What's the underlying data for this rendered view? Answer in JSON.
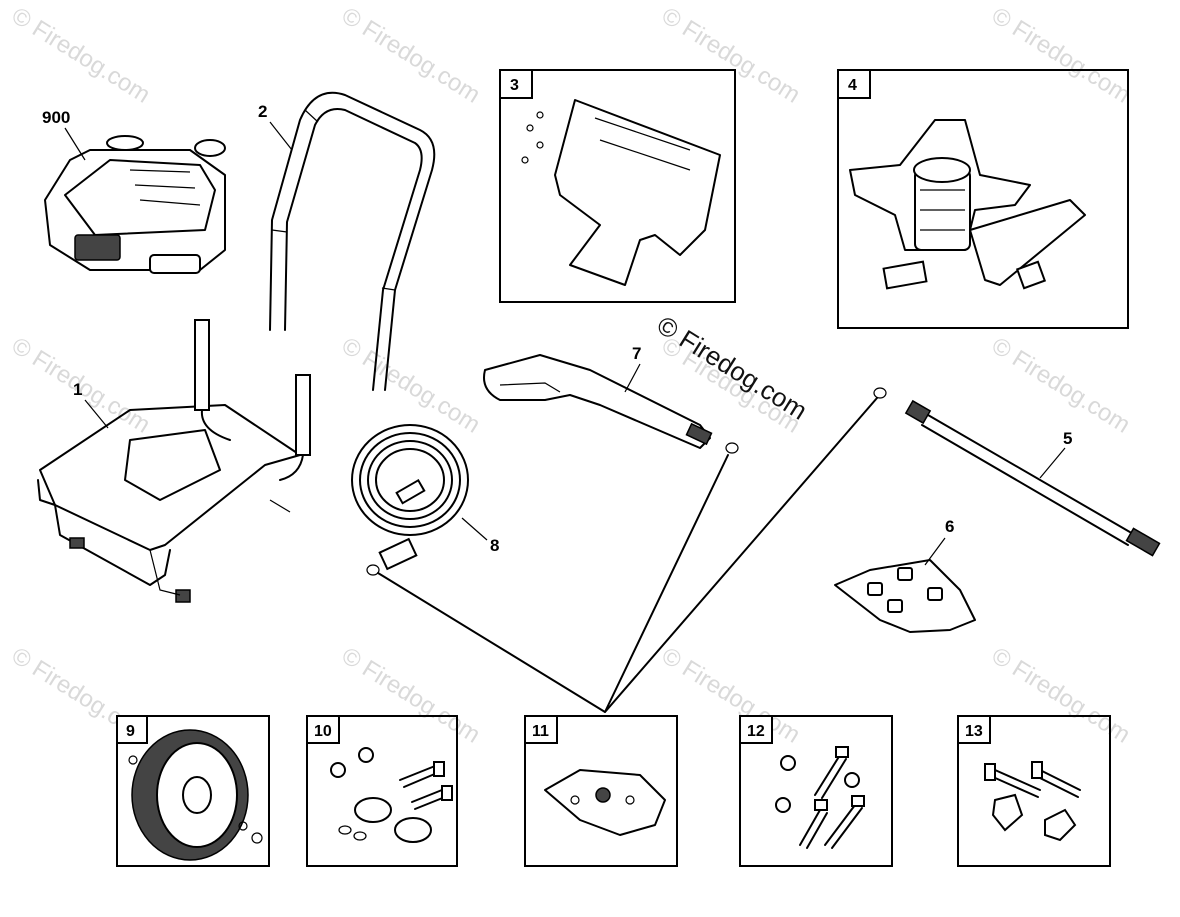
{
  "watermark": {
    "text": "© Firedog.com",
    "center_text": "© Firedog.com",
    "color": "#d9d9d9"
  },
  "callouts": [
    {
      "id": "900",
      "label": "900"
    },
    {
      "id": "1",
      "label": "1"
    },
    {
      "id": "2",
      "label": "2"
    },
    {
      "id": "5",
      "label": "5"
    },
    {
      "id": "6",
      "label": "6"
    },
    {
      "id": "7",
      "label": "7"
    },
    {
      "id": "8",
      "label": "8"
    }
  ],
  "boxes": [
    {
      "id": "3",
      "label": "3"
    },
    {
      "id": "4",
      "label": "4"
    },
    {
      "id": "9",
      "label": "9"
    },
    {
      "id": "10",
      "label": "10"
    },
    {
      "id": "11",
      "label": "11"
    },
    {
      "id": "12",
      "label": "12"
    },
    {
      "id": "13",
      "label": "13"
    }
  ]
}
